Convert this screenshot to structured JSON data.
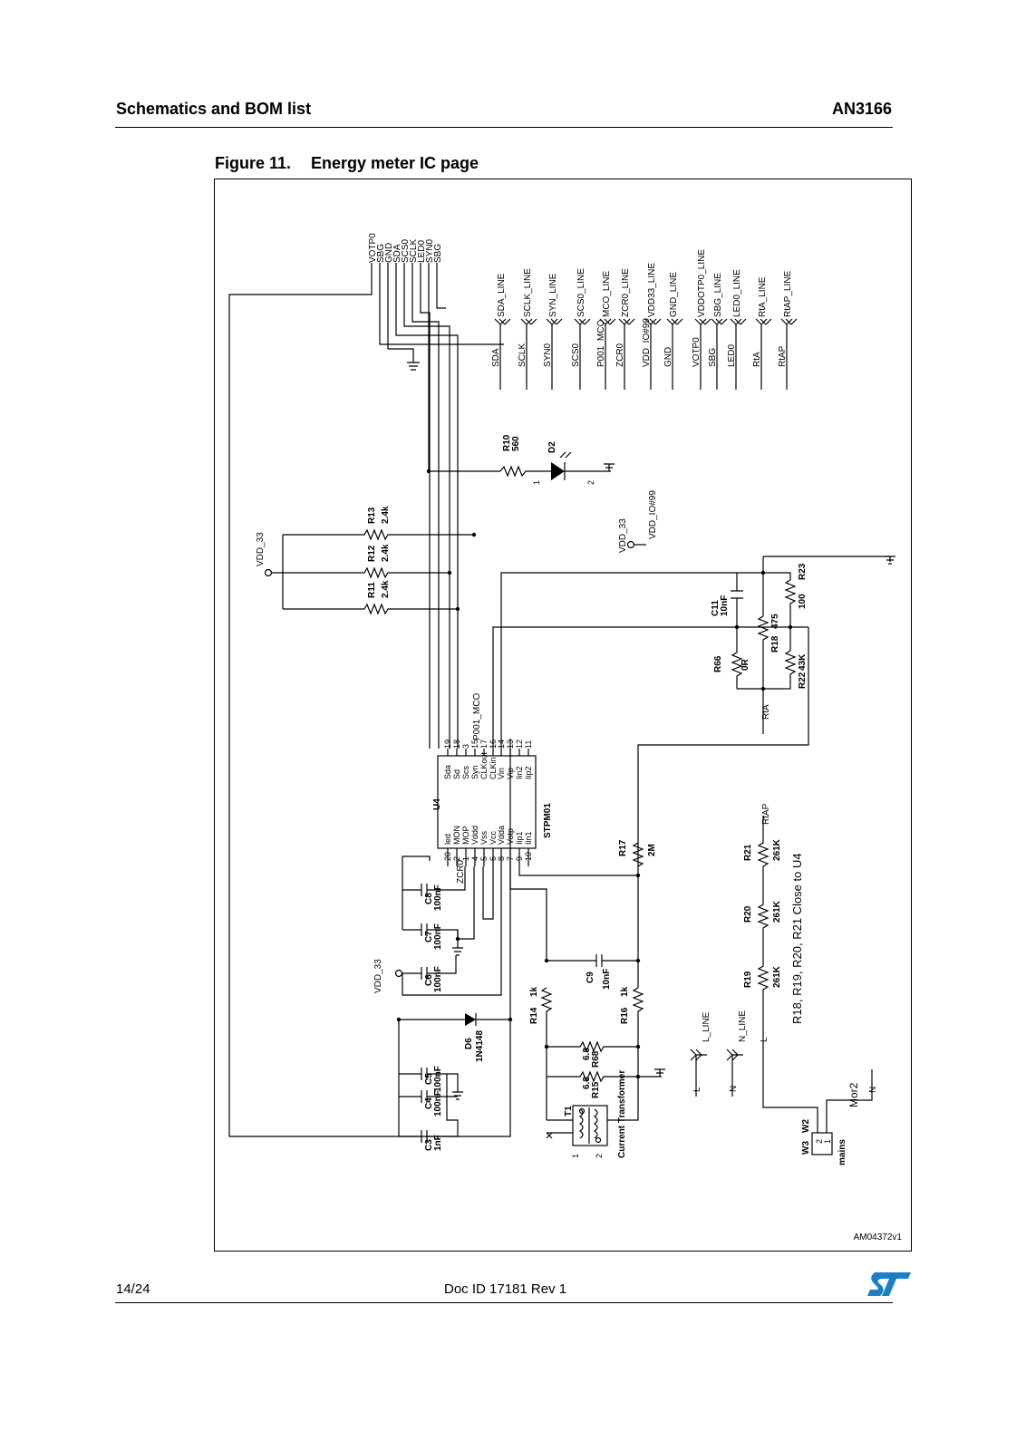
{
  "header": {
    "section": "Schematics and BOM list",
    "doc_code": "AN3166"
  },
  "figure": {
    "number": "Figure 11.",
    "title": "Energy meter IC page",
    "ref": "AM04372v1"
  },
  "footer": {
    "page": "14/24",
    "doc_id": "Doc ID 17181 Rev 1",
    "logo": "st-logo-icon"
  },
  "schematic": {
    "bus_labels": [
      "VOTP0",
      "SBG",
      "GND",
      "SDA",
      "SCS0",
      "SCLK",
      "LED0",
      "SYN0",
      "SBG"
    ],
    "net_left": [
      "SDA",
      "SCLK",
      "SYN0",
      "SCS0",
      "P001_MCO",
      "ZCR0",
      "VDD_IO#99",
      "GND",
      "VOTP0",
      "SBG",
      "LED0",
      "RtA",
      "RtAP"
    ],
    "net_ports": [
      "SDA_LINE",
      "SCLK_LINE",
      "SYN_LINE",
      "SCS0_LINE",
      "MCO_LINE",
      "ZCR0_LINE",
      "VDD33_LINE",
      "GND_LINE",
      "VDDOTP0_LINE",
      "SBG_LINE",
      "LED0_LINE",
      "RtA_LINE",
      "RtAP_LINE"
    ],
    "ic": {
      "ref": "U4",
      "part": "STPM01",
      "pins_right": [
        {
          "name": "Sda",
          "num": "19"
        },
        {
          "name": "Sd",
          "num": "18"
        },
        {
          "name": "Scs",
          "num": "3"
        },
        {
          "name": "Syn",
          "num": "15"
        },
        {
          "name": "CLKout",
          "num": "17"
        },
        {
          "name": "CLKin",
          "num": "16"
        },
        {
          "name": "Vin",
          "num": "14"
        },
        {
          "name": "Vip",
          "num": "13"
        },
        {
          "name": "Iin2",
          "num": "12"
        },
        {
          "name": "Iip2",
          "num": "11"
        }
      ],
      "pins_left": [
        {
          "name": "led",
          "num": "20"
        },
        {
          "name": "MON",
          "num": "2"
        },
        {
          "name": "MOP",
          "num": "1"
        },
        {
          "name": "Vddd",
          "num": "4"
        },
        {
          "name": "Vss",
          "num": "5"
        },
        {
          "name": "Vcc",
          "num": "6"
        },
        {
          "name": "Vdda",
          "num": "8"
        },
        {
          "name": "Votp",
          "num": "7"
        },
        {
          "name": "Iip1",
          "num": "9"
        },
        {
          "name": "Iin1",
          "num": "10"
        }
      ],
      "net_zcr": "ZCR0",
      "net_mco": "P001_MCO"
    },
    "resistors": [
      {
        "ref": "R10",
        "value": "560"
      },
      {
        "ref": "R13",
        "value": "2.4k"
      },
      {
        "ref": "R12",
        "value": "2.4k"
      },
      {
        "ref": "R11",
        "value": "2.4k"
      },
      {
        "ref": "R66",
        "value": "0R"
      },
      {
        "ref": "R18",
        "value": "475"
      },
      {
        "ref": "R22",
        "value": "43K"
      },
      {
        "ref": "R23",
        "value": "100"
      },
      {
        "ref": "R17",
        "value": "2M"
      },
      {
        "ref": "R21",
        "value": "261K"
      },
      {
        "ref": "R20",
        "value": "261K"
      },
      {
        "ref": "R19",
        "value": "261K"
      },
      {
        "ref": "R14",
        "value": "1k"
      },
      {
        "ref": "R16",
        "value": "1k"
      },
      {
        "ref": "R68",
        "value": "6.8"
      },
      {
        "ref": "R15",
        "value": "6.8"
      }
    ],
    "capacitors": [
      {
        "ref": "C11",
        "value": "10nF"
      },
      {
        "ref": "C8",
        "value": "100nF"
      },
      {
        "ref": "C7",
        "value": "100nF"
      },
      {
        "ref": "C6",
        "value": "100nF"
      },
      {
        "ref": "C9",
        "value": "10nF"
      },
      {
        "ref": "C5",
        "value": "100nF"
      },
      {
        "ref": "C4",
        "value": "100nF"
      },
      {
        "ref": "C3",
        "value": "1nF"
      }
    ],
    "diodes": [
      {
        "ref": "D2",
        "value": ""
      },
      {
        "ref": "D6",
        "value": "1N4148"
      }
    ],
    "supply_labels": {
      "vdd_top": "VDD_33",
      "vdd_io": "VDD_33",
      "vdd_io_net": "VDD_IO#99",
      "vdd_bottom": "VDD_33"
    },
    "net_rta": "RtA",
    "net_rtap": "RtAP",
    "transformer": {
      "ref": "T1",
      "label": "Current Transformer",
      "pin1": "1",
      "pin2": "2"
    },
    "connector": {
      "ref_w3": "W3",
      "ref_w2": "W2",
      "label": "mains",
      "pin1": "1",
      "pin2": "2"
    },
    "line_ports": {
      "l": "L_LINE",
      "n": "N_LINE",
      "l_net": "L",
      "n_net": "N",
      "l_res": "L"
    },
    "mor2": {
      "name": "Mor2",
      "net": "N"
    },
    "note": "R18, R19, R20, R21 Close to U4",
    "led_pins": {
      "p1": "1",
      "p2": "2"
    }
  }
}
